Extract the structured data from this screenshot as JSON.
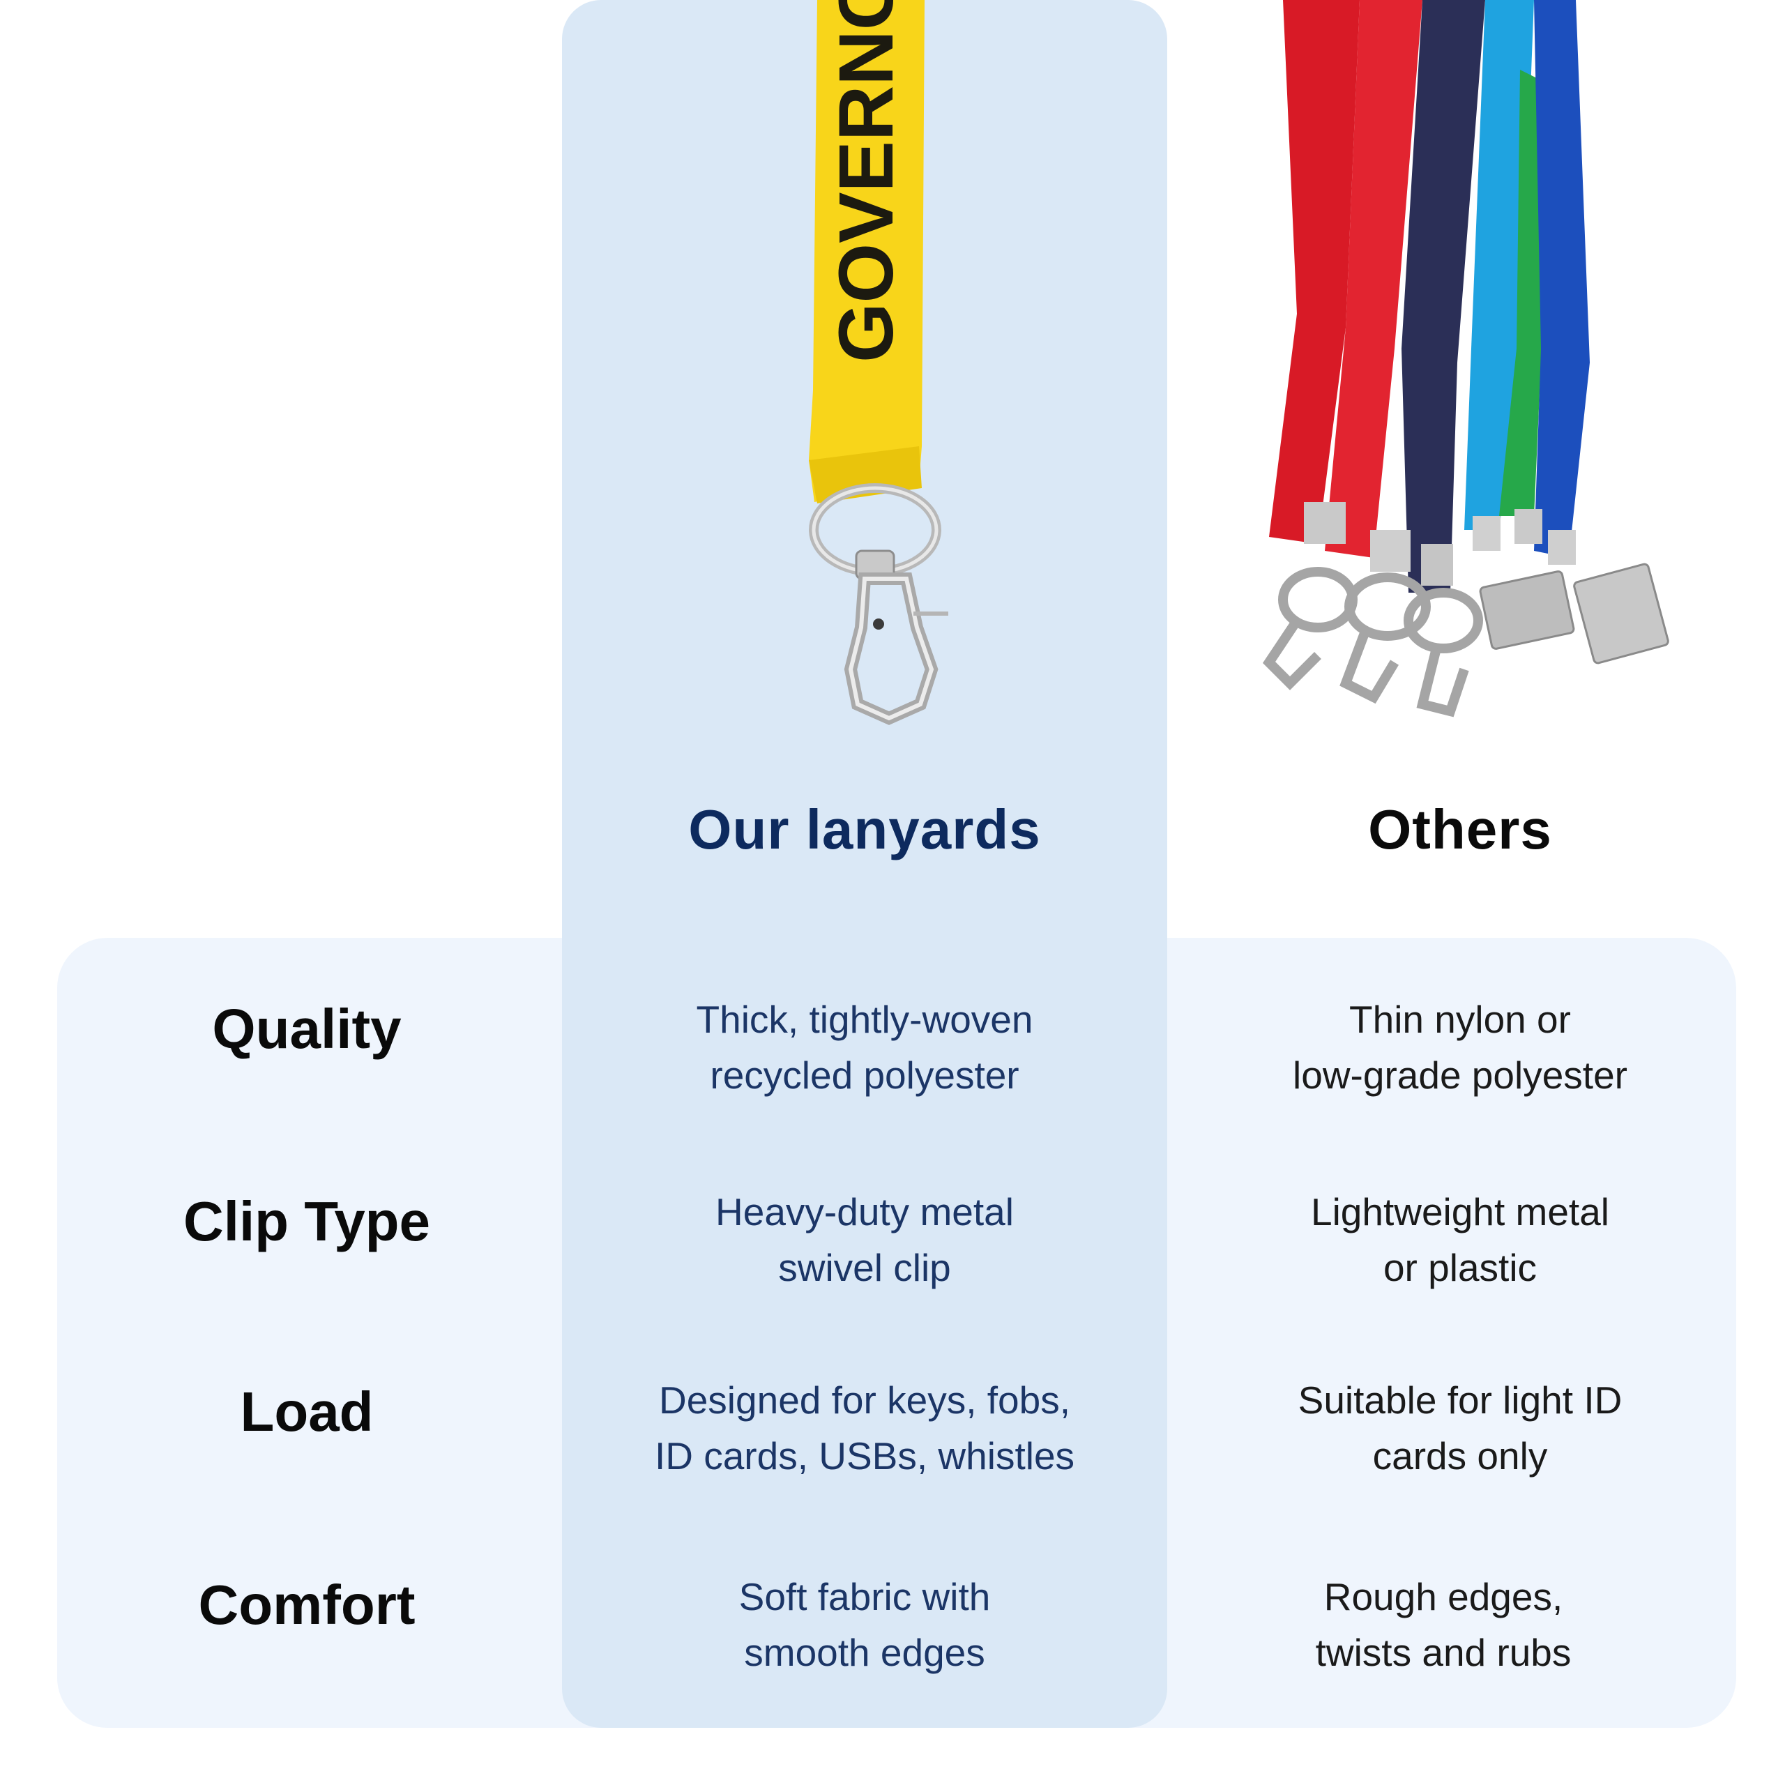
{
  "colors": {
    "accent_navy": "#0d2a5e",
    "highlight_column": "#dae8f6",
    "table_background": "#eff5fd",
    "yellow_lanyard": "#f8d51a"
  },
  "photos": {
    "our_lanyard_print": "GOVERNO",
    "our_lanyard": "yellow-lanyard-with-swivel-clip-photo",
    "other_lanyards": "assorted-colored-lanyards-photo"
  },
  "header": {
    "ours": "Our lanyards",
    "others": "Others"
  },
  "rows": [
    {
      "label": "Quality",
      "ours": "Thick, tightly-woven\nrecycled polyester",
      "others": "Thin nylon or\nlow-grade polyester"
    },
    {
      "label": "Clip Type",
      "ours": "Heavy-duty metal\nswivel clip",
      "others": "Lightweight metal\nor plastic"
    },
    {
      "label": "Load",
      "ours": "Designed for keys, fobs,\nID cards, USBs, whistles",
      "others": "Suitable for light ID\ncards only"
    },
    {
      "label": "Comfort",
      "ours": "Soft fabric with\nsmooth edges",
      "others": "Rough edges,\ntwists and rubs"
    }
  ]
}
